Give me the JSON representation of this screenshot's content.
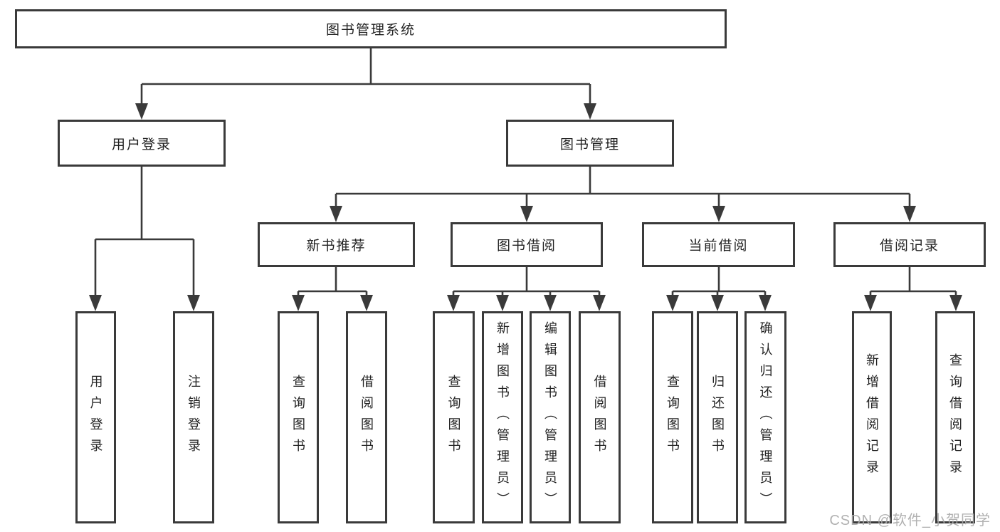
{
  "diagram": {
    "root": {
      "label": "图书管理系统"
    },
    "branches": {
      "user_login": {
        "label": "用户登录",
        "children": [
          "用户登录",
          "注销登录"
        ]
      },
      "book_management": {
        "label": "图书管理",
        "sections": [
          {
            "label": "新书推荐",
            "children": [
              "查询图书",
              "借阅图书"
            ]
          },
          {
            "label": "图书借阅",
            "children": [
              "查询图书",
              "新增图书（管理员）",
              "编辑图书（管理员）",
              "借阅图书"
            ]
          },
          {
            "label": "当前借阅",
            "children": [
              "查询图书",
              "归还图书",
              "确认归还（管理员）"
            ]
          },
          {
            "label": "借阅记录",
            "children": [
              "新增借阅记录",
              "查询借阅记录"
            ]
          }
        ]
      }
    }
  },
  "watermark": "CSDN @软件_小贺同学",
  "colors": {
    "line": "#3a3a3a",
    "text": "#222222",
    "watermark": "#a9a9a9",
    "background": "#ffffff"
  }
}
